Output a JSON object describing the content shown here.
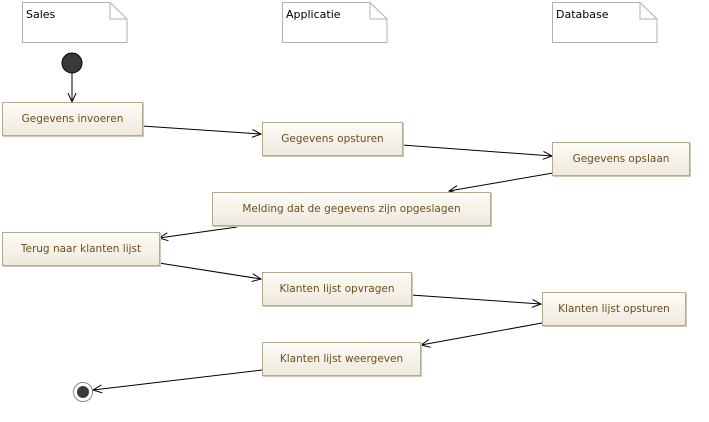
{
  "lanes": {
    "sales": "Sales",
    "applicatie": "Applicatie",
    "database": "Database"
  },
  "actions": {
    "gegevens_invoeren": "Gegevens invoeren",
    "gegevens_opsturen": "Gegevens opsturen",
    "gegevens_opslaan": "Gegevens opslaan",
    "melding": "Melding dat de gegevens zijn opgeslagen",
    "terug_naar_lijst": "Terug naar klanten lijst",
    "klanten_lijst_opvragen": "Klanten lijst opvragen",
    "klanten_lijst_opsturen": "Klanten lijst opsturen",
    "klanten_lijst_weergeven": "Klanten lijst weergeven"
  },
  "colors": {
    "action_text": "#6b4f1c",
    "action_border": "#b3a98f",
    "edge": "#000000",
    "start_node": "#3a3a3a"
  }
}
